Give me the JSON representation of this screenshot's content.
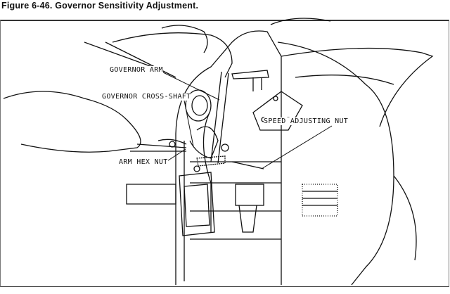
{
  "figure": {
    "caption": "Figure 6-46. Governor Sensitivity Adjustment.",
    "callouts": {
      "governor_arm": "GOVERNOR ARM",
      "governor_cross_shaft": "GOVERNOR CROSS-SHAFT",
      "speed_adjusting_nut": "SPEED ADJUSTING NUT",
      "arm_hex_nut": "ARM HEX NUT"
    }
  }
}
